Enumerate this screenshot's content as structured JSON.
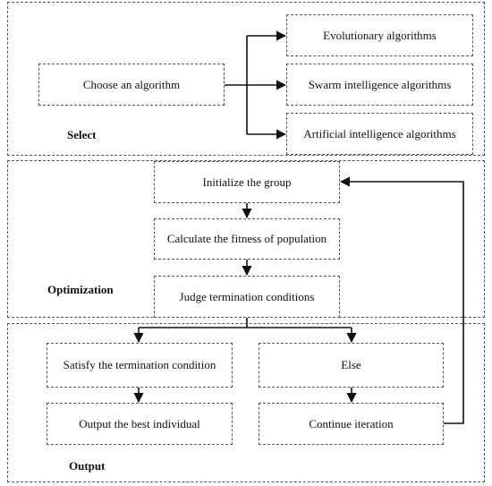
{
  "sections": {
    "select": "Select",
    "optimization": "Optimization",
    "output": "Output"
  },
  "nodes": {
    "choose": "Choose an algorithm",
    "evolutionary": "Evolutionary algorithms",
    "swarm": "Swarm intelligence algorithms",
    "artificial": "Artificial intelligence algorithms",
    "initialize": "Initialize the group",
    "fitness": "Calculate the fitness of population",
    "judge": "Judge termination conditions",
    "satisfy": "Satisfy the termination condition",
    "else": "Else",
    "output_best": "Output the best individual",
    "continue": "Continue iteration"
  },
  "colors": {
    "line": "#111111",
    "border": "#555555"
  }
}
